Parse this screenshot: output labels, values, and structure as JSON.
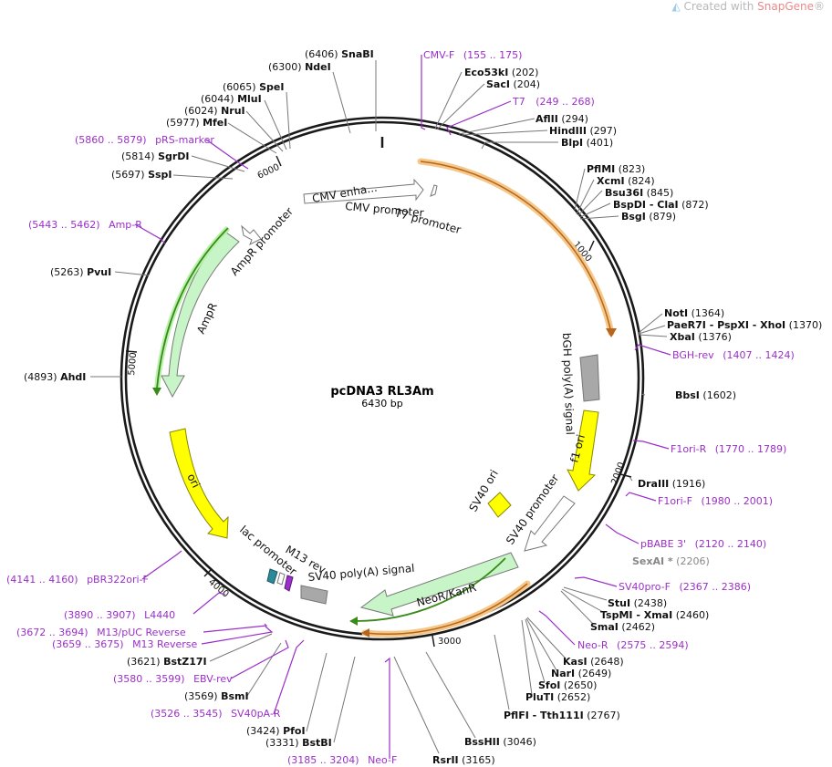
{
  "watermark": {
    "prefix": "Created with ",
    "brand": "SnapGene",
    "mark": "®"
  },
  "plasmid": {
    "name": "pcDNA3 RL3Am",
    "size": "6430 bp"
  },
  "ticks": [
    "1000",
    "2000",
    "3000",
    "4000",
    "5000",
    "6000"
  ],
  "sites": {
    "SnaBI": {
      "pos": "(6406)",
      "name": "SnaBI"
    },
    "NdeI": {
      "pos": "(6300)",
      "name": "NdeI"
    },
    "SpeI": {
      "pos": "(6065)",
      "name": "SpeI"
    },
    "MluI": {
      "pos": "(6044)",
      "name": "MluI"
    },
    "NruI": {
      "pos": "(6024)",
      "name": "NruI"
    },
    "MfeI": {
      "pos": "(5977)",
      "name": "MfeI"
    },
    "SgrDI": {
      "pos": "(5814)",
      "name": "SgrDI"
    },
    "SspI": {
      "pos": "(5697)",
      "name": "SspI"
    },
    "PvuI": {
      "pos": "(5263)",
      "name": "PvuI"
    },
    "AhdI": {
      "pos": "(4893)",
      "name": "AhdI"
    },
    "BstZ17I": {
      "pos": "(3621)",
      "name": "BstZ17I"
    },
    "BsmI": {
      "pos": "(3569)",
      "name": "BsmI"
    },
    "PfoI": {
      "pos": "(3424)",
      "name": "PfoI"
    },
    "BstBI": {
      "pos": "(3331)",
      "name": "BstBI"
    },
    "RsrII": {
      "pos": "(3165)",
      "name": "RsrII"
    },
    "BssHII": {
      "pos": "(3046)",
      "name": "BssHII"
    },
    "PflFI": {
      "pos": "(2767)",
      "name": "PflFI - Tth111I"
    },
    "PluTI": {
      "pos": "(2652)",
      "name": "PluTI"
    },
    "SfoI": {
      "pos": "(2650)",
      "name": "SfoI"
    },
    "NarI": {
      "pos": "(2649)",
      "name": "NarI"
    },
    "KasI": {
      "pos": "(2648)",
      "name": "KasI"
    },
    "SmaI": {
      "pos": "(2462)",
      "name": "SmaI"
    },
    "TspMI": {
      "pos": "(2460)",
      "name": "TspMI - XmaI"
    },
    "StuI": {
      "pos": "(2438)",
      "name": "StuI"
    },
    "DraIII": {
      "pos": "(1916)",
      "name": "DraIII"
    },
    "BbsI": {
      "pos": "(1602)",
      "name": "BbsI"
    },
    "XbaI": {
      "pos": "(1376)",
      "name": "XbaI"
    },
    "PaeR7I": {
      "pos": "(1370)",
      "name": "PaeR7I - PspXI - XhoI"
    },
    "NotI": {
      "pos": "(1364)",
      "name": "NotI"
    },
    "BsgI": {
      "pos": "(879)",
      "name": "BsgI"
    },
    "BspDI": {
      "pos": "(872)",
      "name": "BspDI - ClaI"
    },
    "Bsu36I": {
      "pos": "(845)",
      "name": "Bsu36I"
    },
    "XcmI": {
      "pos": "(824)",
      "name": "XcmI"
    },
    "PflMI": {
      "pos": "(823)",
      "name": "PflMI"
    },
    "BlpI": {
      "pos": "(401)",
      "name": "BlpI"
    },
    "HindIII": {
      "pos": "(297)",
      "name": "HindIII"
    },
    "AflII": {
      "pos": "(294)",
      "name": "AflII"
    },
    "SacI": {
      "pos": "(204)",
      "name": "SacI"
    },
    "Eco53kI": {
      "pos": "(202)",
      "name": "Eco53kI"
    }
  },
  "sexai": {
    "label": "SexAI *",
    "pos": "(2206)"
  },
  "primers": {
    "CMVF": {
      "name": "CMV-F",
      "range": "(155 .. 175)"
    },
    "T7": {
      "name": "T7",
      "range": "(249 .. 268)"
    },
    "BGHrev": {
      "name": "BGH-rev",
      "range": "(1407 .. 1424)"
    },
    "F1oriR": {
      "name": "F1ori-R",
      "range": "(1770 .. 1789)"
    },
    "F1oriF": {
      "name": "F1ori-F",
      "range": "(1980 .. 2001)"
    },
    "pBABE": {
      "name": "pBABE 3'",
      "range": "(2120 .. 2140)"
    },
    "SV40proF": {
      "name": "SV40pro-F",
      "range": "(2367 .. 2386)"
    },
    "NeoR": {
      "name": "Neo-R",
      "range": "(2575 .. 2594)"
    },
    "NeoF": {
      "name": "Neo-F",
      "range": "(3185 .. 3204)"
    },
    "SV40pAR": {
      "name": "SV40pA-R",
      "range": "(3526 .. 3545)"
    },
    "EBVrev": {
      "name": "EBV-rev",
      "range": "(3580 .. 3599)"
    },
    "M13Rev": {
      "name": "M13 Reverse",
      "range": "(3659 .. 3675)"
    },
    "M13pUC": {
      "name": "M13/pUC Reverse",
      "range": "(3672 .. 3694)"
    },
    "L4440": {
      "name": "L4440",
      "range": "(3890 .. 3907)"
    },
    "pBR322": {
      "name": "pBR322ori-F",
      "range": "(4141 .. 4160)"
    },
    "AmpR": {
      "name": "Amp-R",
      "range": "(5443 .. 5462)"
    },
    "pRS": {
      "name": "pRS-marker",
      "range": "(5860 .. 5879)"
    }
  },
  "features": {
    "cmv_enh": "CMV enha...",
    "cmv_promoter": "CMV promoter",
    "t7_promoter": "T7 promoter",
    "ampr_promoter": "AmpR promoter",
    "ampr": "AmpR",
    "ori": "ori",
    "lac_promoter": "lac promoter",
    "m13_rev": "M13 rev",
    "sv40_polya": "SV40 poly(A) signal",
    "neo": "NeoR/KanR",
    "sv40_promoter": "SV40 promoter",
    "sv40_ori": "SV40 ori",
    "f1_ori": "f1 ori",
    "bgh": "bGH poly(A) signal"
  },
  "colors": {
    "backbone": "#1a1a1a",
    "primer": "#9b2fc9",
    "orf_highlight": "#f5c88a",
    "orf_line": "#b5651d",
    "ampr_fill": "#c8f5c8",
    "ampr_line": "#3a8a1a",
    "ori_fill": "#ffff00",
    "polya_fill": "#a8a8a8"
  }
}
